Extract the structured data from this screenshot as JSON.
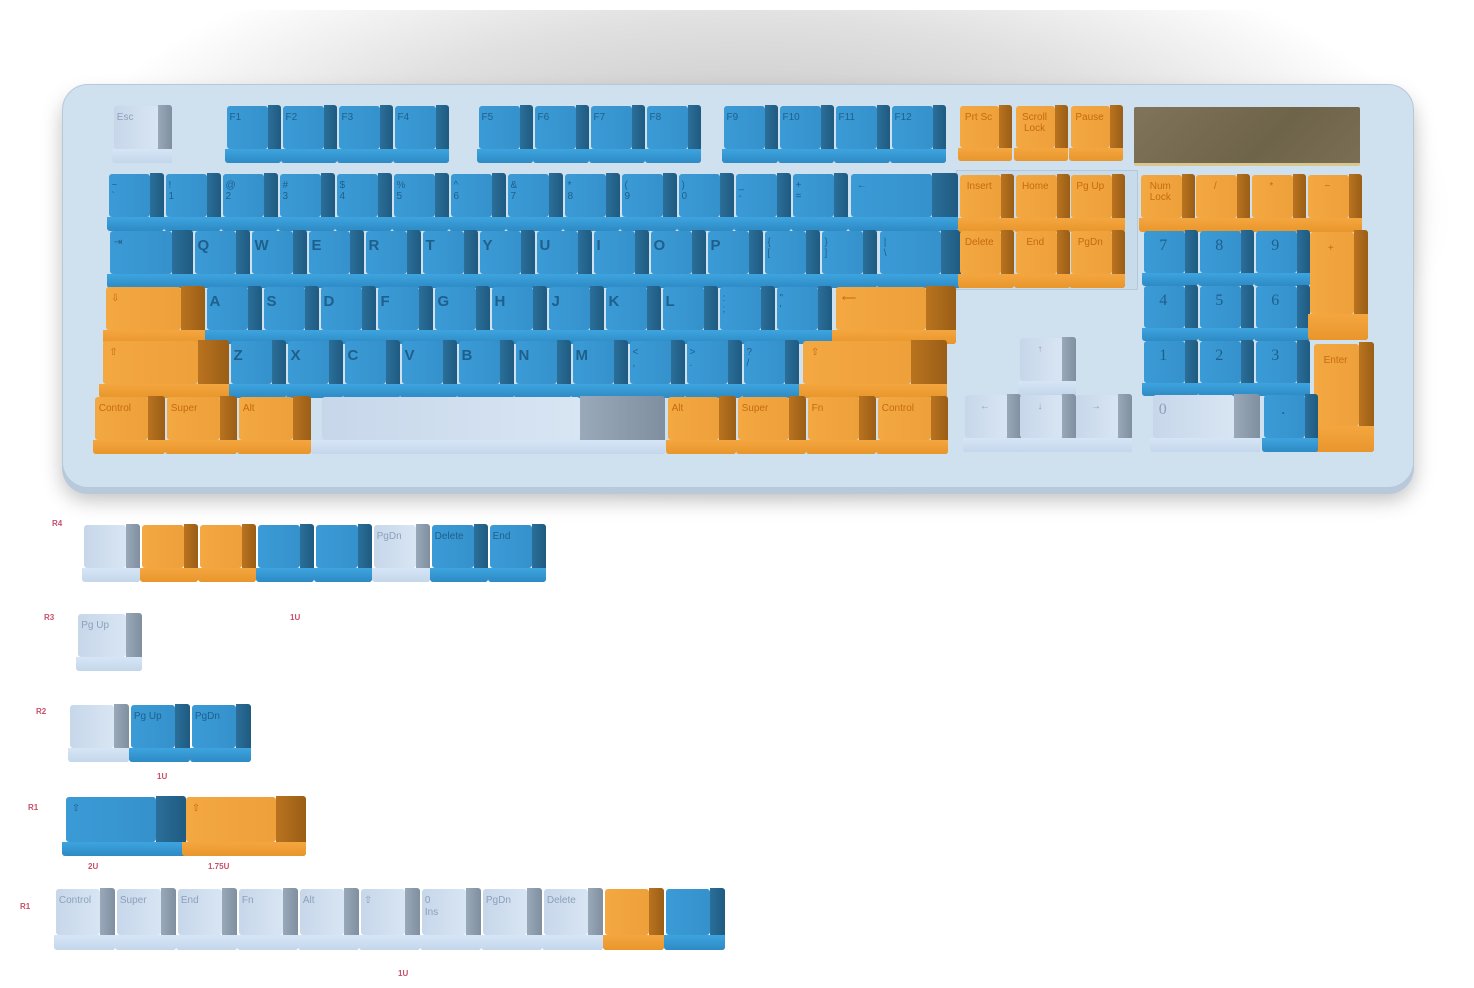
{
  "colors": {
    "blue": "#3b9bd6",
    "orange": "#f4a842",
    "grey": "#c7d7ea",
    "case": "#cfe0ef",
    "lcd": "#756a50",
    "label_red": "#c8506a"
  },
  "keyboard": {
    "f_row": {
      "esc": "Esc",
      "f": [
        "F1",
        "F2",
        "F3",
        "F4",
        "F5",
        "F6",
        "F7",
        "F8",
        "F9",
        "F10",
        "F11",
        "F12"
      ],
      "sys": [
        "Prt Sc",
        "Scroll\nLock",
        "Pause"
      ]
    },
    "number_row": [
      "~\n`",
      "!\n1",
      "@\n2",
      "#\n3",
      "$\n4",
      "%\n5",
      "^\n6",
      "&\n7",
      "*\n8",
      "(\n9",
      ")\n0",
      "_\n-",
      "+\n=",
      "←"
    ],
    "q_row": [
      "⇥",
      "Q",
      "W",
      "E",
      "R",
      "T",
      "Y",
      "U",
      "I",
      "O",
      "P",
      "{\n[",
      "}\n]",
      "|\n\\"
    ],
    "a_row": [
      "⇩",
      "A",
      "S",
      "D",
      "F",
      "G",
      "H",
      "J",
      "K",
      "L",
      ":\n;",
      "\"\n'",
      "⟵"
    ],
    "z_row": [
      "⇧",
      "Z",
      "X",
      "C",
      "V",
      "B",
      "N",
      "M",
      "<\n,",
      ">\n.",
      "?\n/",
      "⇧"
    ],
    "bottom_row": [
      "Control",
      "Super",
      "Alt",
      "",
      "Alt",
      "Super",
      "Fn",
      "Control"
    ],
    "nav": [
      "Insert",
      "Home",
      "Pg Up",
      "Delete",
      "End",
      "PgDn"
    ],
    "arrows": [
      "↑",
      "←",
      "↓",
      "→"
    ],
    "numpad": [
      "Num\nLock",
      "/",
      "*",
      "−",
      "7",
      "8",
      "9",
      "+",
      "4",
      "5",
      "6",
      "1",
      "2",
      "3",
      "Enter",
      "0",
      "."
    ]
  },
  "extras": {
    "r4": {
      "label": "R4",
      "keys": [
        "",
        "",
        "",
        "",
        "",
        "PgDn",
        "Delete",
        "End"
      ],
      "size": "1U"
    },
    "r3": {
      "label": "R3",
      "keys": [
        "Pg Up"
      ]
    },
    "r2": {
      "label": "R2",
      "keys": [
        "",
        "Pg Up",
        "PgDn"
      ],
      "size": "1U"
    },
    "r1a": {
      "label": "R1",
      "keys": [
        "⇧",
        "⇧"
      ],
      "sizes": [
        "2U",
        "1.75U"
      ]
    },
    "r1b": {
      "label": "R1",
      "keys": [
        "Control",
        "Super",
        "End",
        "Fn",
        "Alt",
        "⇧",
        "0\nIns",
        "PgDn",
        "Delete",
        "",
        ""
      ],
      "size": "1U"
    }
  }
}
